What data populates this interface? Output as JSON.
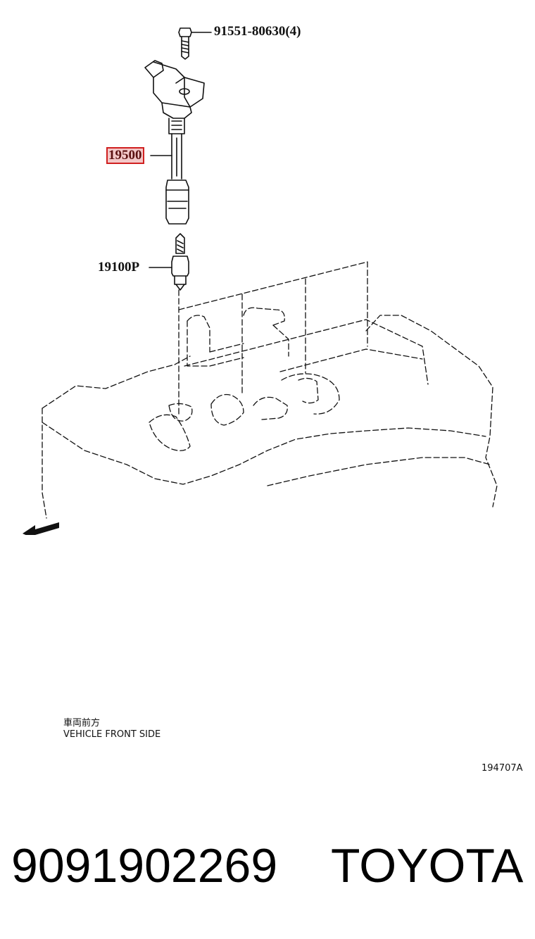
{
  "callouts": {
    "bolt": "91551-80630(4)",
    "ignition_coil": "19500",
    "spark_plug": "19100P"
  },
  "legend": {
    "japanese": "車両前方",
    "english": "VEHICLE FRONT SIDE"
  },
  "figure_code": "194707A",
  "part_number": "9091902269",
  "brand": "TOYOTA",
  "colors": {
    "highlight_border": "#d02020",
    "highlight_fill": "#f3c8c8"
  }
}
